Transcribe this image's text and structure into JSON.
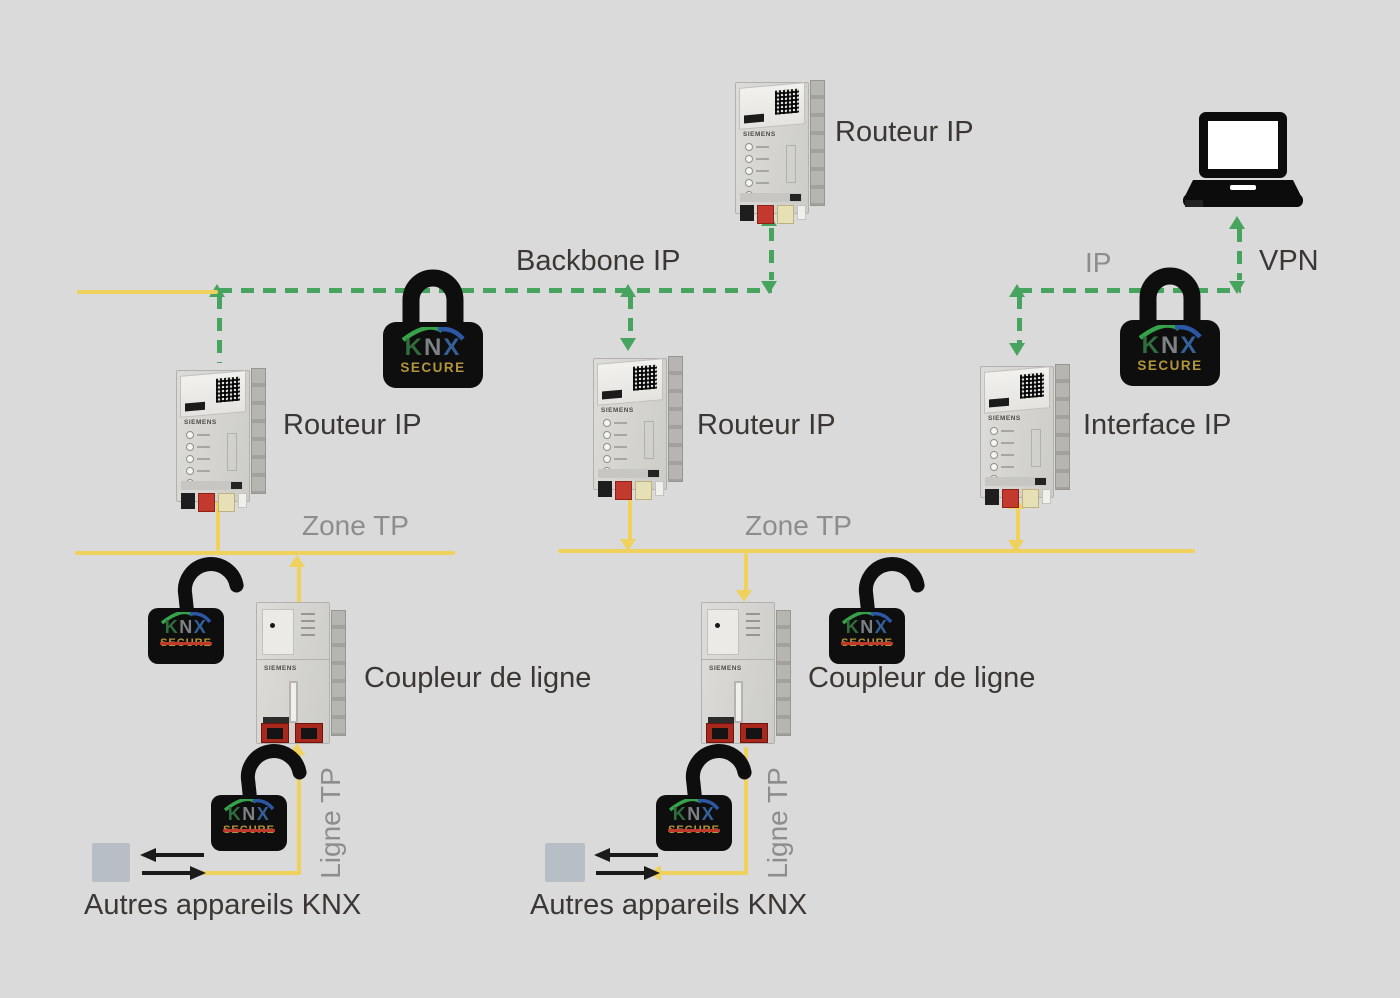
{
  "diagram": {
    "background_color": "#dadada",
    "ip_line_color": "#47a45f",
    "tp_line_color": "#f0d15b",
    "brand": "SIEMENS",
    "labels": {
      "router_ip": "Routeur IP",
      "interface_ip": "Interface IP",
      "backbone_ip": "Backbone IP",
      "ip": "IP",
      "vpn": "VPN",
      "zone_tp": "Zone TP",
      "ligne_tp": "Ligne TP",
      "line_coupler": "Coupleur de ligne",
      "other_knx_devices": "Autres appareils KNX"
    },
    "knx_secure_logo": {
      "k": "K",
      "n": "N",
      "x": "X",
      "secure": "SECURE",
      "k_color": "#2f6e3c",
      "n_color": "#7d8286",
      "x_color": "#35619b",
      "secure_color": "#b3953a",
      "strikethrough_color": "#c0392b"
    }
  }
}
